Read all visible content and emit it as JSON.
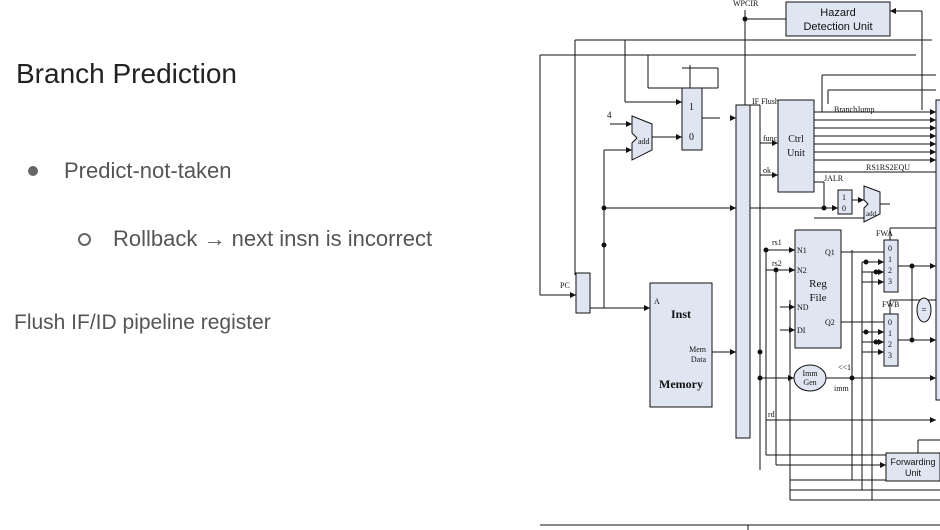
{
  "slide": {
    "title": "Branch Prediction",
    "bullet1": "Predict-not-taken",
    "bullet2": "Rollback → next insn is incorrect",
    "note": "Flush IF/ID pipeline register"
  },
  "diagram": {
    "wpcir": "WPCIR",
    "hazard_line1": "Hazard",
    "hazard_line2": "Detection Unit",
    "mux_1": "1",
    "mux_0": "0",
    "const_4": "4",
    "add": "add",
    "if_flush": "IF Flush",
    "branch_jump": "BranchJump",
    "func": "func",
    "ok": "ok",
    "ctrl_line1": "Ctrl",
    "ctrl_line2": "Unit",
    "rs1rs2equ": "RS1RS2EQU",
    "jalr": "JALR",
    "jalr_mux_1": "1",
    "jalr_mux_0": "0",
    "add2": "add",
    "pc": "PC",
    "a": "A",
    "inst": "Inst",
    "mem": "Mem",
    "data": "Data",
    "memory": "Memory",
    "rs1": "rs1",
    "rs2": "rs2",
    "n1": "N1",
    "n2": "N2",
    "nd": "ND",
    "di": "DI",
    "q1": "Q1",
    "q2": "Q2",
    "reg": "Reg",
    "file": "File",
    "fwa": "FWA",
    "fwb": "FWB",
    "fwd_0": "0",
    "fwd_1": "1",
    "fwd_2": "2",
    "fwd_3": "3",
    "eq": "=",
    "shift": "<<1",
    "imm_line1": "Imm",
    "imm_line2": "Gen",
    "imm": "imm",
    "rd": "rd",
    "fwd_line1": "Forwarding",
    "fwd_line2": "Unit"
  }
}
